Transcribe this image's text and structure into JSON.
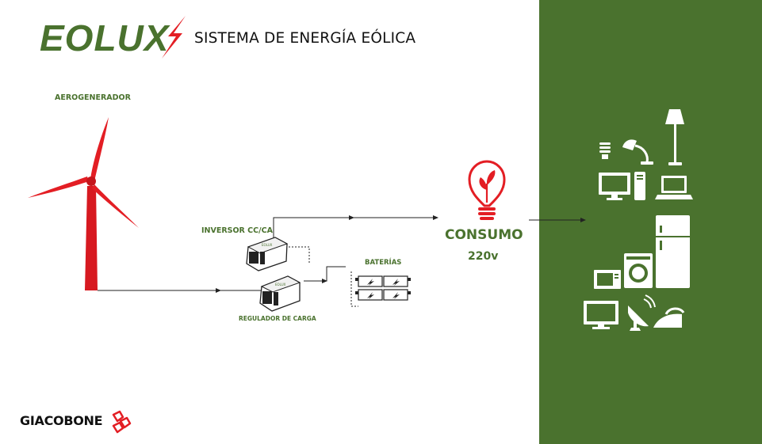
{
  "brand": {
    "name": "EOLUX",
    "accent": "#e31e24",
    "green": "#4a722e"
  },
  "title": "SISTEMA  DE ENERGÍA EÓLICA",
  "diagram": {
    "aerogenerador": "AEROGENERADOR",
    "inversor": "INVERSOR CC/CA",
    "regulador": "REGULADOR DE CARGA",
    "baterias": "BATERÍAS",
    "consumo": "CONSUMO",
    "voltage": "220v",
    "device_logo": "EOLUX"
  },
  "footer": {
    "company": "GIACOBONE"
  },
  "appliances": [
    "cfl-bulb-icon",
    "desk-lamp-icon",
    "floor-lamp-icon",
    "monitor-icon",
    "pc-tower-icon",
    "laptop-icon",
    "fridge-icon",
    "microwave-icon",
    "washing-machine-icon",
    "tv-icon",
    "satellite-dish-icon",
    "iron-icon"
  ]
}
